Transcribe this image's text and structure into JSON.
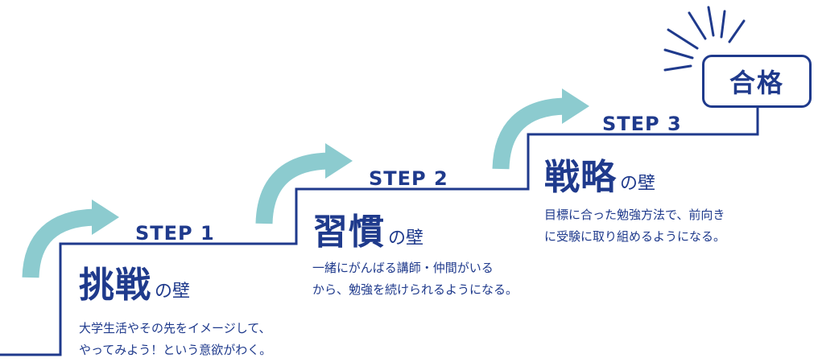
{
  "colors": {
    "navy": "#1f3a8c",
    "teal": "#8ccbcf"
  },
  "goal": {
    "label": "合格"
  },
  "steps": [
    {
      "label": "STEP 1",
      "title": "挑戦",
      "suffix": "の壁",
      "desc": [
        "大学生活やその先をイメージして、",
        "やってみよう！という意欲がわく。"
      ]
    },
    {
      "label": "STEP 2",
      "title": "習慣",
      "suffix": "の壁",
      "desc": [
        "一緒にがんばる講師・仲間がいる",
        "から、勉強を続けられるようになる。"
      ]
    },
    {
      "label": "STEP 3",
      "title": "戦略",
      "suffix": "の壁",
      "desc": [
        "目標に合った勉強方法で、前向き",
        "に受験に取り組めるようになる。"
      ]
    }
  ]
}
